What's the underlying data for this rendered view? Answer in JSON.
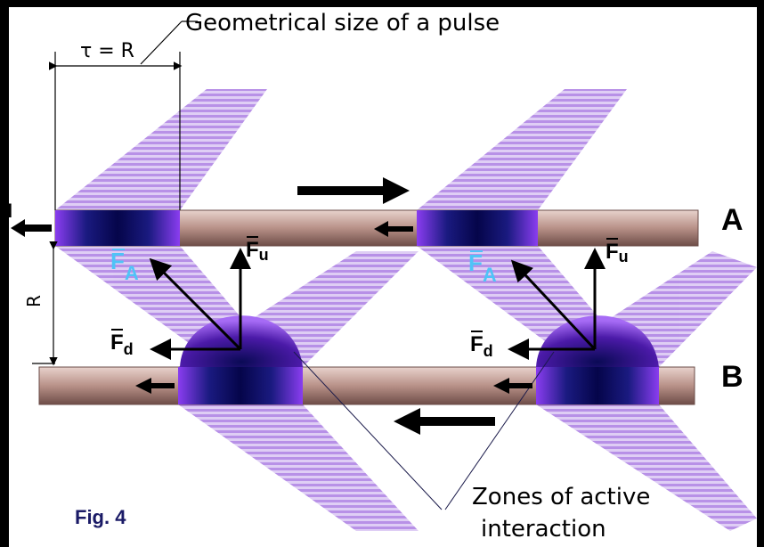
{
  "title": "Geometrical size of a pulse",
  "tau_label": "τ = R",
  "r_label": "R",
  "fig_label": "Fig. 4",
  "zones_line1": "Zones of active",
  "zones_line2": "interaction",
  "wire_a": "A",
  "wire_b": "B",
  "current_label": "I",
  "left_cluster": {
    "fa_main": "F",
    "fa_sub": "A",
    "fu_main": "F",
    "fu_sub": "u",
    "fd_main": "F",
    "fd_sub": "d"
  },
  "right_cluster": {
    "fa_main": "F",
    "fa_sub": "A",
    "fu_main": "F",
    "fu_sub": "u",
    "fd_main": "F",
    "fd_sub": "d"
  },
  "colors": {
    "background": "#ffffff",
    "frame": "#000000",
    "wire": "#bfa29a",
    "wire_edge": "#6b4c48",
    "pulse_purple": "#6a22c8",
    "pulse_core": "#0d0d66",
    "fa_label": "#4fc3f7"
  }
}
